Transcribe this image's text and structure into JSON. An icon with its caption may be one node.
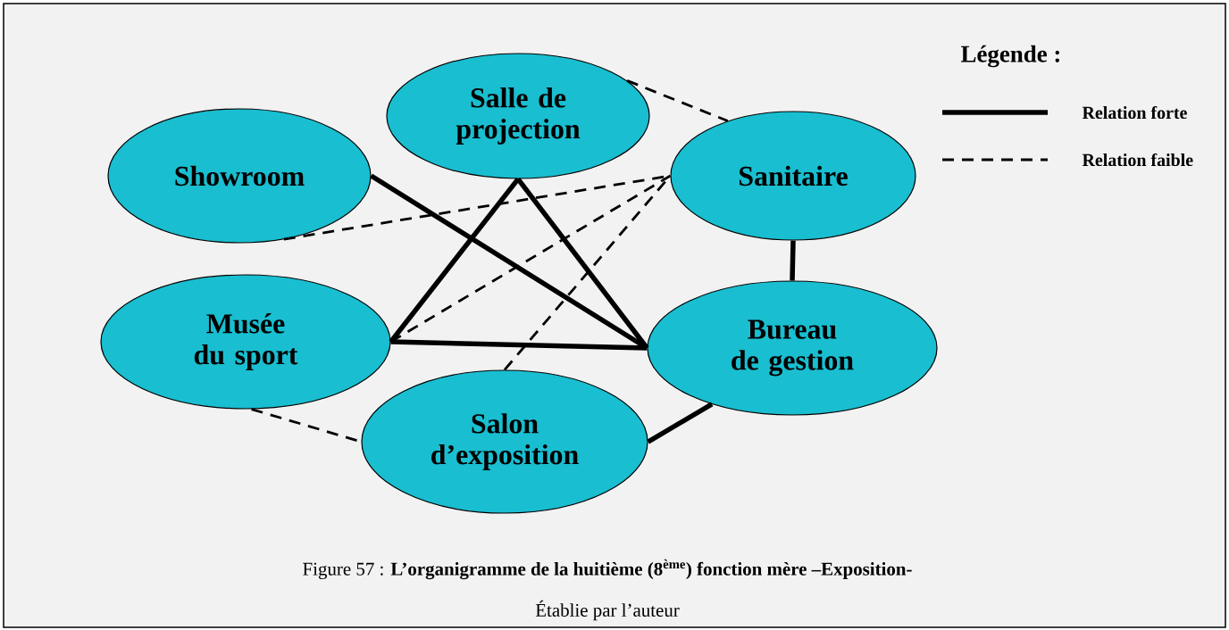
{
  "diagram": {
    "caption": "Figure 57 : **L’organigramme de la huitième (8$^{ème}$) fonction mère –Exposition-**",
    "nodes": [
      {
        "text": [
          "Salle de projection"
        ]
      },
      {
        "text": [
          "Showroom"
        ]
      },
      {
        "text": [
          "Sanitaire"
        ]
      },
      {
        "text": [
          "Musée du sport"
        ]
      },
      {
        "text": [
          "Bureau de gestion"
        ]
      },
      {
        "text": [
          "Salon d’exposition"
        ]
      }
    ],
    "edges": [
      {
        "from": 1,
        "to": 4,
        "arrow": "none"
      },
      {
        "from": 1,
        "to": 2,
        "arrow": "none",
        "style": "dashed"
      },
      {
        "from": 0,
        "to": 2,
        "arrow": "none",
        "style": "dashed"
      },
      {
        "from": 0,
        "to": 3,
        "arrow": "none"
      },
      {
        "from": 0,
        "to": 4,
        "arrow": "none"
      },
      {
        "from": 3,
        "to": 4,
        "arrow": "none"
      },
      {
        "from": 3,
        "to": 2,
        "arrow": "none",
        "style": "dashed"
      },
      {
        "from": 5,
        "to": 2,
        "arrow": "none",
        "style": "dashed"
      },
      {
        "from": 2,
        "to": 4,
        "arrow": "none"
      },
      {
        "from": 3,
        "to": 5,
        "arrow": "none",
        "style": "dashed"
      },
      {
        "from": 5,
        "to": 4,
        "arrow": "none"
      }
    ],
    "labels": [
      "Légende :",
      "Établie par l’auteur"
    ],
    "legend": [
      {
        "text": "Relation forte"
      },
      {
        "text": "Relation faible"
      }
    ]
  }
}
